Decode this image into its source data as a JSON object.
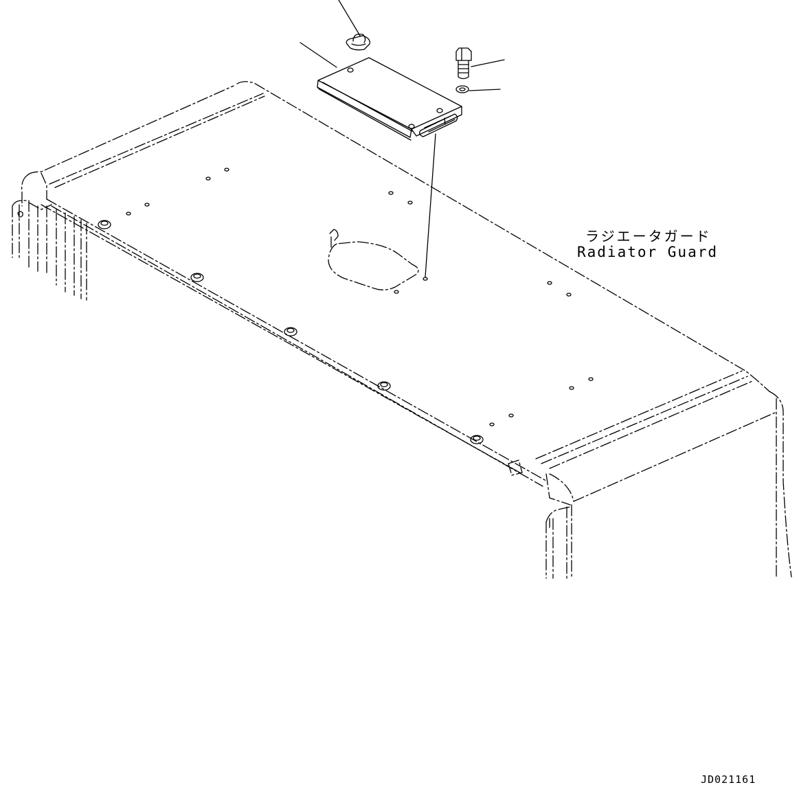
{
  "label": {
    "japanese": "ラジエータガード",
    "english": "Radiator Guard"
  },
  "drawing_code": "JD021161",
  "colors": {
    "ink": "#000000",
    "paper": "#ffffff"
  }
}
